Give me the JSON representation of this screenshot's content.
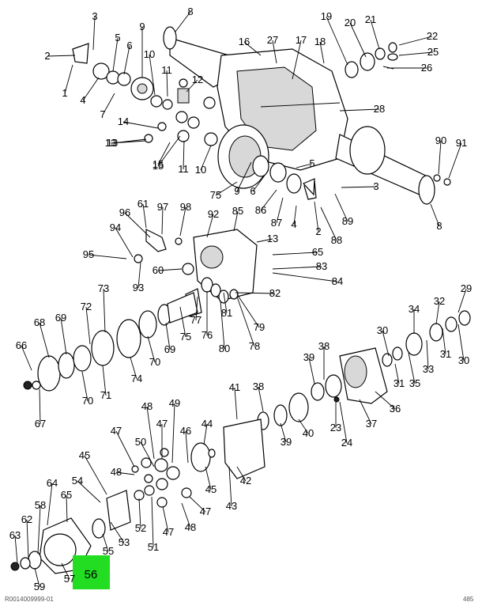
{
  "diagram": {
    "highlight": {
      "label": "56",
      "color": "#22dd22"
    },
    "footer_left": "R0014009999-01",
    "footer_right": "485",
    "callouts": [
      {
        "label": "1"
      },
      {
        "label": "2"
      },
      {
        "label": "3"
      },
      {
        "label": "4"
      },
      {
        "label": "5"
      },
      {
        "label": "6"
      },
      {
        "label": "7"
      },
      {
        "label": "8"
      },
      {
        "label": "9"
      },
      {
        "label": "10"
      },
      {
        "label": "11"
      },
      {
        "label": "12"
      },
      {
        "label": "13"
      },
      {
        "label": "14"
      },
      {
        "label": "15"
      },
      {
        "label": "16"
      },
      {
        "label": "27"
      },
      {
        "label": "17"
      },
      {
        "label": "18"
      },
      {
        "label": "19"
      },
      {
        "label": "20"
      },
      {
        "label": "21"
      },
      {
        "label": "22"
      },
      {
        "label": "25"
      },
      {
        "label": "26"
      },
      {
        "label": "28"
      },
      {
        "label": "5"
      },
      {
        "label": "10"
      },
      {
        "label": "11"
      },
      {
        "label": "15"
      },
      {
        "label": "13"
      },
      {
        "label": "75"
      },
      {
        "label": "9"
      },
      {
        "label": "6"
      },
      {
        "label": "86"
      },
      {
        "label": "87"
      },
      {
        "label": "4"
      },
      {
        "label": "2"
      },
      {
        "label": "3"
      },
      {
        "label": "88"
      },
      {
        "label": "89"
      },
      {
        "label": "90"
      },
      {
        "label": "91"
      },
      {
        "label": "8"
      },
      {
        "label": "96"
      },
      {
        "label": "61"
      },
      {
        "label": "97"
      },
      {
        "label": "98"
      },
      {
        "label": "92"
      },
      {
        "label": "85"
      },
      {
        "label": "94"
      },
      {
        "label": "95"
      },
      {
        "label": "93"
      },
      {
        "label": "60"
      },
      {
        "label": "13"
      },
      {
        "label": "65"
      },
      {
        "label": "83"
      },
      {
        "label": "84"
      },
      {
        "label": "82"
      },
      {
        "label": "73"
      },
      {
        "label": "72"
      },
      {
        "label": "68"
      },
      {
        "label": "69"
      },
      {
        "label": "66"
      },
      {
        "label": "67"
      },
      {
        "label": "70"
      },
      {
        "label": "71"
      },
      {
        "label": "74"
      },
      {
        "label": "70"
      },
      {
        "label": "69"
      },
      {
        "label": "75"
      },
      {
        "label": "77"
      },
      {
        "label": "76"
      },
      {
        "label": "80"
      },
      {
        "label": "81"
      },
      {
        "label": "78"
      },
      {
        "label": "79"
      },
      {
        "label": "29"
      },
      {
        "label": "34"
      },
      {
        "label": "32"
      },
      {
        "label": "30"
      },
      {
        "label": "33"
      },
      {
        "label": "31"
      },
      {
        "label": "30"
      },
      {
        "label": "35"
      },
      {
        "label": "31"
      },
      {
        "label": "38"
      },
      {
        "label": "39"
      },
      {
        "label": "36"
      },
      {
        "label": "37"
      },
      {
        "label": "41"
      },
      {
        "label": "38"
      },
      {
        "label": "39"
      },
      {
        "label": "40"
      },
      {
        "label": "23"
      },
      {
        "label": "24"
      },
      {
        "label": "48"
      },
      {
        "label": "49"
      },
      {
        "label": "47"
      },
      {
        "label": "46"
      },
      {
        "label": "47"
      },
      {
        "label": "50"
      },
      {
        "label": "44"
      },
      {
        "label": "45"
      },
      {
        "label": "48"
      },
      {
        "label": "42"
      },
      {
        "label": "43"
      },
      {
        "label": "47"
      },
      {
        "label": "48"
      },
      {
        "label": "45"
      },
      {
        "label": "54"
      },
      {
        "label": "64"
      },
      {
        "label": "65"
      },
      {
        "label": "58"
      },
      {
        "label": "62"
      },
      {
        "label": "63"
      },
      {
        "label": "52"
      },
      {
        "label": "51"
      },
      {
        "label": "47"
      },
      {
        "label": "53"
      },
      {
        "label": "55"
      },
      {
        "label": "57"
      },
      {
        "label": "59"
      }
    ]
  }
}
